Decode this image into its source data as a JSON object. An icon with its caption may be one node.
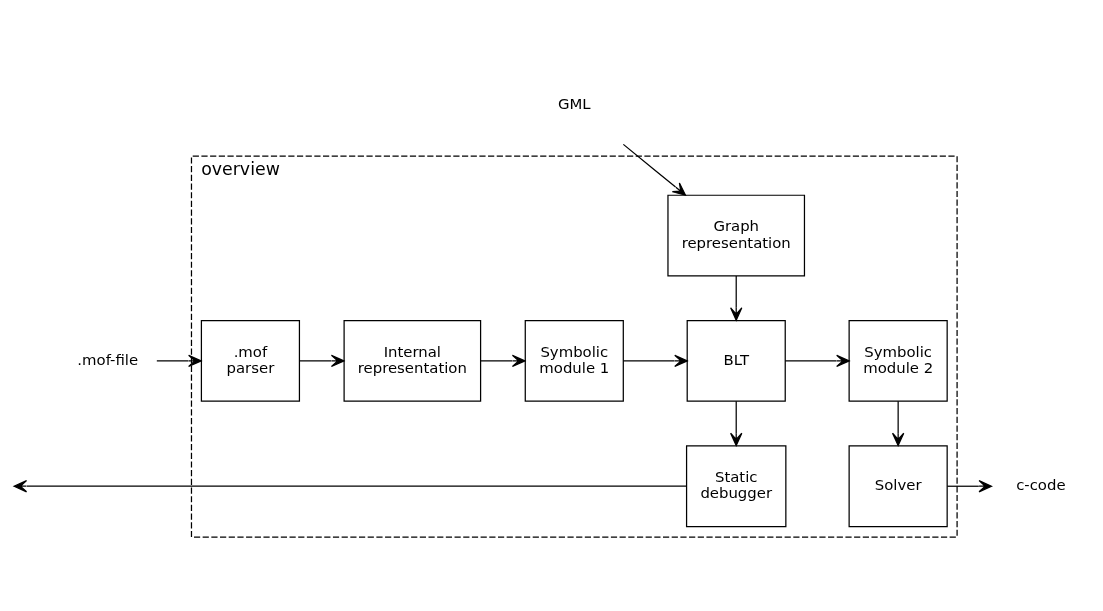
{
  "diagram": {
    "nodes": [
      {
        "text": [
          "overview"
        ]
      },
      {
        "text": [
          ".mof-file"
        ]
      },
      {
        "text": [
          "GML"
        ]
      },
      {
        "text": [
          ".mof parser"
        ],
        "in": 0
      },
      {
        "text": [
          "Internal representation"
        ],
        "in": 0
      },
      {
        "text": [
          "Symbolic module 1"
        ],
        "in": 0
      },
      {
        "text": [
          "Graph representation"
        ],
        "in": 0
      },
      {
        "text": [
          "BLT"
        ],
        "in": 0
      },
      {
        "text": [
          "Symbolic module 2"
        ],
        "in": 0
      },
      {
        "text": [
          "Static debugger"
        ],
        "in": 0
      },
      {
        "text": [
          "Solver"
        ],
        "in": 0
      },
      {
        "text": [
          "c-code"
        ]
      }
    ],
    "edges": [
      {
        "from": 1,
        "to": 3,
        "arrow": "to"
      },
      {
        "from": 3,
        "to": 4,
        "arrow": "to"
      },
      {
        "from": 4,
        "to": 5,
        "arrow": "to"
      },
      {
        "from": 5,
        "to": 7,
        "arrow": "to"
      },
      {
        "from": 2,
        "to": 6,
        "arrow": "to"
      },
      {
        "from": 6,
        "to": 7,
        "arrow": "to"
      },
      {
        "from": 7,
        "to": 8,
        "arrow": "to"
      },
      {
        "from": 7,
        "to": 9,
        "arrow": "to"
      },
      {
        "from": 8,
        "to": 10,
        "arrow": "to"
      },
      {
        "from": 10,
        "to": 11,
        "arrow": "to"
      },
      {
        "from": 9,
        "to": null,
        "arrow": "to"
      }
    ]
  }
}
